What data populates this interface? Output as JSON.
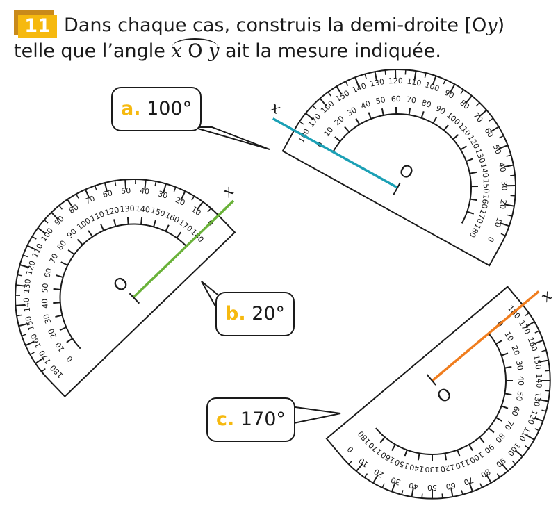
{
  "exercise": {
    "number": "11",
    "line1": "Dans chaque cas, construis la demi-droite [O",
    "line1_var": "y",
    "line1_end": ")",
    "line2_start": "telle que l’angle ",
    "angle_x": "x",
    "angle_O": "O",
    "angle_y": "y",
    "line2_end": " ait la mesure indiquée."
  },
  "cases": [
    {
      "key": "a.",
      "measure": "100°",
      "color": "#1ba0b5"
    },
    {
      "key": "b.",
      "measure": "20°",
      "color": "#6ab23a"
    },
    {
      "key": "c.",
      "measure": "170°",
      "color": "#f07d1e"
    }
  ],
  "labels": {
    "origin": "O",
    "ray": "x"
  },
  "scale_labels": [
    "0",
    "10",
    "20",
    "30",
    "40",
    "50",
    "60",
    "70",
    "80",
    "90",
    "100",
    "110",
    "120",
    "130",
    "140",
    "150",
    "160",
    "170",
    "180"
  ]
}
